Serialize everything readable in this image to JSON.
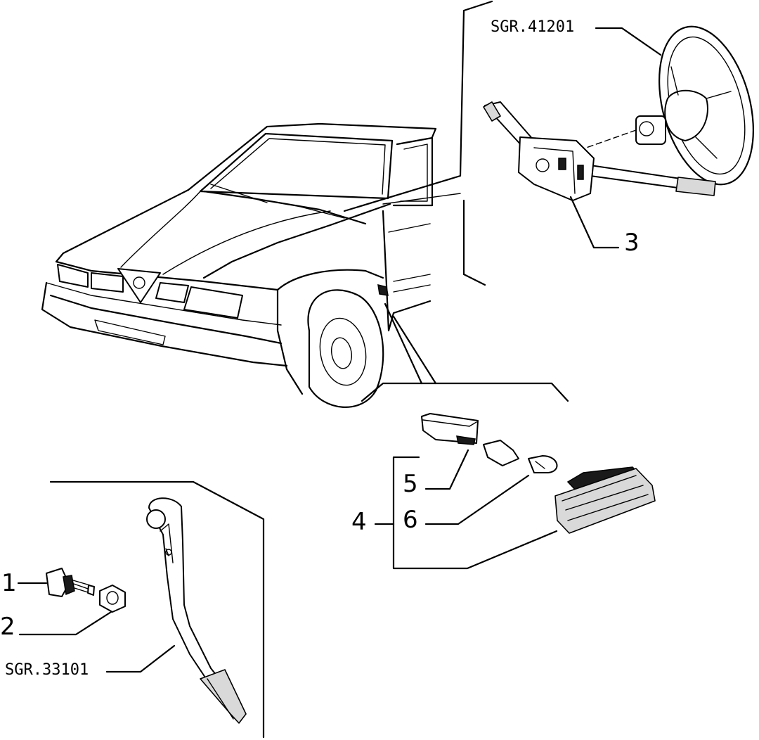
{
  "callouts": {
    "c1": "1",
    "c2": "2",
    "c3": "3",
    "c4": "4",
    "c5": "5",
    "c6": "6"
  },
  "references": {
    "steering_wheel": "SGR.41201",
    "pedal": "SGR.33101"
  },
  "colors": {
    "line": "#000000",
    "background": "#ffffff"
  }
}
